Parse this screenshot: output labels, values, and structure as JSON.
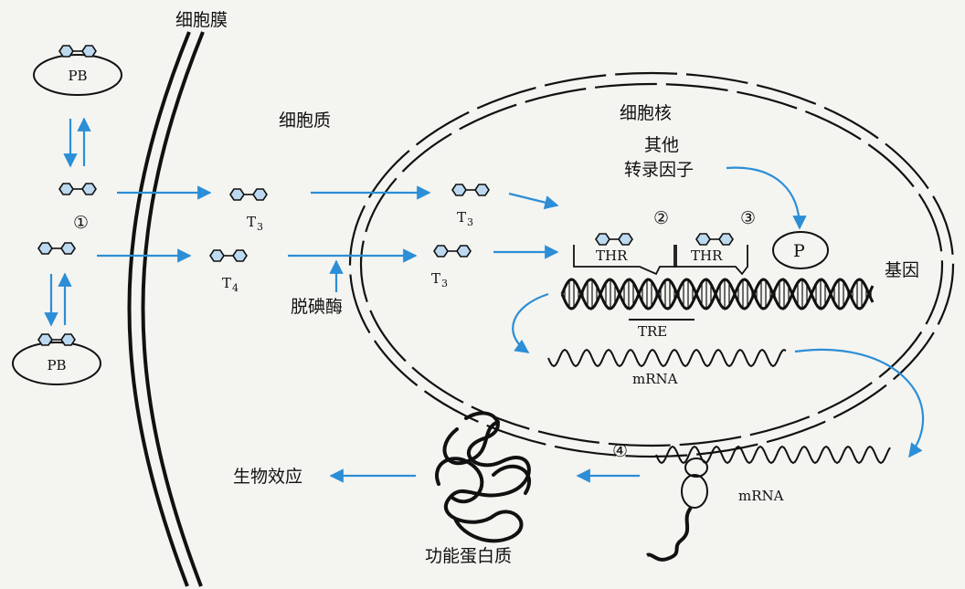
{
  "colors": {
    "background": "#f4f4f1",
    "arrow": "#2b8ed6",
    "hormone_fill": "#bcd9ef",
    "ink": "#111111"
  },
  "labels": {
    "membrane": "细胞膜",
    "cytoplasm": "细胞质",
    "nucleus": "细胞核",
    "other_tf_line1": "其他",
    "other_tf_line2": "转录因子",
    "gene": "基因",
    "deiodinase": "脱碘酶",
    "tre": "TRE",
    "mrna_nucleus": "mRNA",
    "mrna_cyto": "mRNA",
    "functional_protein": "功能蛋白质",
    "biological_effect": "生物效应",
    "pb_top": "PB",
    "pb_bottom": "PB",
    "thr_1": "THR",
    "thr_2": "THR",
    "p": "P"
  },
  "hormones": {
    "t3_letter": "T",
    "t3_sub": "3",
    "t4_letter": "T",
    "t4_sub": "4"
  },
  "steps": {
    "step1": "①",
    "step2": "②",
    "step3": "③",
    "step4": "④"
  },
  "icons": [
    "hormone-molecule-icon",
    "dna-helix-icon",
    "ribosome-icon",
    "protein-coil-icon"
  ]
}
